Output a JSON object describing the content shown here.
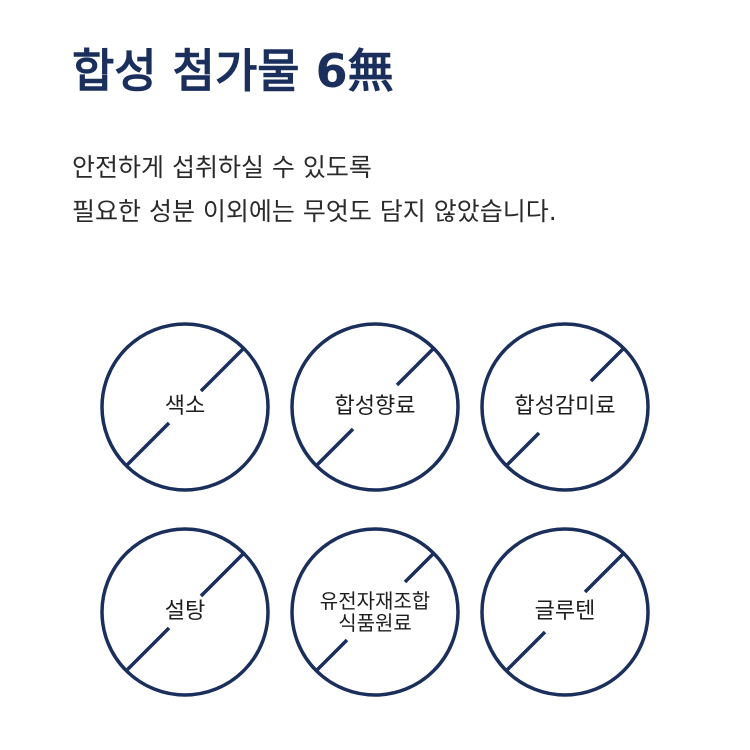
{
  "title": "합성 첨가물 6無",
  "description": {
    "line1": "안전하게 섭취하실 수 있도록",
    "line2": "필요한 성분 이외에는 무엇도 담지 않았습니다."
  },
  "colors": {
    "navy": "#1b2f5c",
    "text": "#1e1e1e",
    "background": "#ffffff"
  },
  "icon": "prohibited-circle-icon",
  "items": [
    {
      "lines": [
        "색소"
      ]
    },
    {
      "lines": [
        "합성향료"
      ]
    },
    {
      "lines": [
        "합성감미료"
      ]
    },
    {
      "lines": [
        "설탕"
      ]
    },
    {
      "lines": [
        "유전자재조합",
        "식품원료"
      ]
    },
    {
      "lines": [
        "글루텐"
      ]
    }
  ]
}
